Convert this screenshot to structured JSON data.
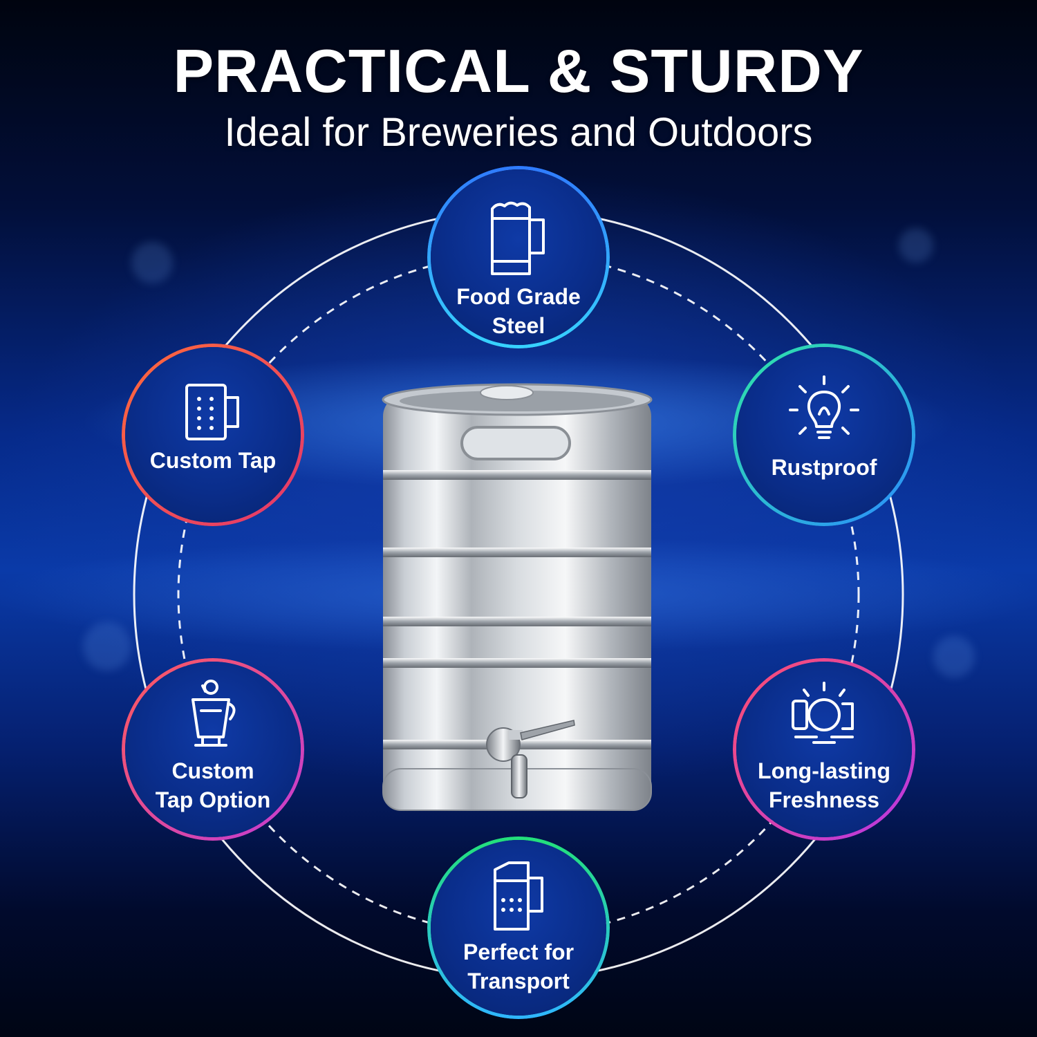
{
  "header": {
    "title": "PRACTICAL & STURDY",
    "subtitle": "Ideal for Breweries and Outdoors"
  },
  "product": {
    "name": "stainless-steel-keg-with-spigot"
  },
  "features": [
    {
      "label": "Food Grade Steel",
      "icon": "beer-mug-icon",
      "ring_colors": [
        "#2f7bff",
        "#37d3ff"
      ]
    },
    {
      "label": "Custom Tap",
      "icon": "dotted-mug-icon",
      "ring_colors": [
        "#ff6a3a",
        "#e2366e"
      ]
    },
    {
      "label": "Rustproof",
      "icon": "lightbulb-icon",
      "ring_colors": [
        "#2ee6a6",
        "#2b8cff"
      ]
    },
    {
      "label": "Custom Tap Option",
      "icon": "tap-glass-icon",
      "ring_colors": [
        "#ff5a5a",
        "#c23bd8"
      ]
    },
    {
      "label": "Long-lasting Freshness",
      "icon": "freshness-glow-icon",
      "ring_colors": [
        "#ff4f6e",
        "#b437e8"
      ]
    },
    {
      "label": "Perfect for Transport",
      "icon": "jug-icon",
      "ring_colors": [
        "#23e07a",
        "#2fb6ff"
      ]
    }
  ],
  "colors": {
    "background_dark": "#00061a",
    "background_glow": "#0a3aa8",
    "text": "#ffffff"
  }
}
